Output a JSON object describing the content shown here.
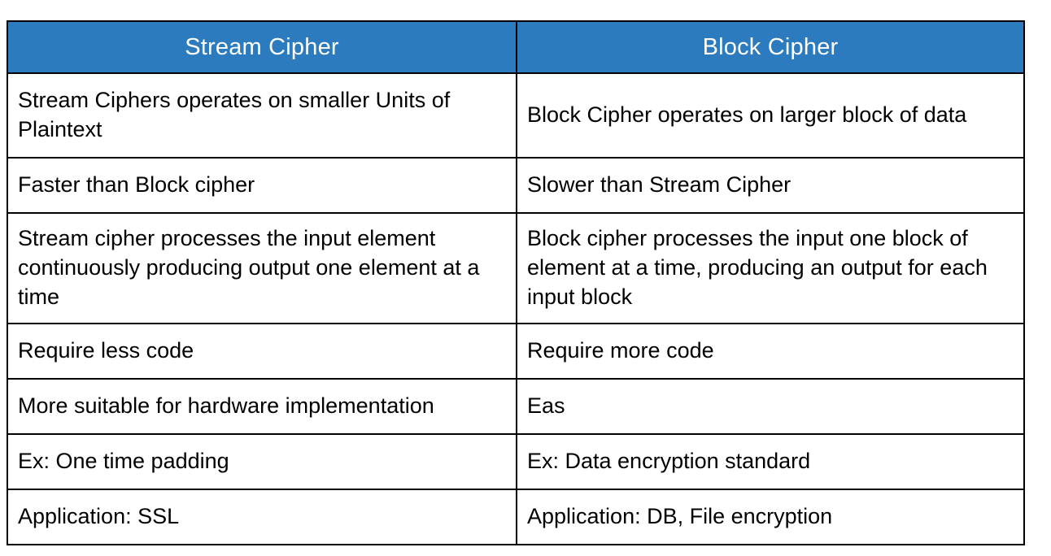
{
  "document": {
    "title": "Stream Cipher vs Block Cipher comparison table",
    "background_color": "#FFFFFF"
  },
  "table": {
    "header_background_color": "#2B7BBE",
    "header_text_color": "#FFFFFF",
    "border_color": "#000000",
    "body_text_color": "#000000",
    "columns": [
      {
        "key": "stream_cipher",
        "label": "Stream Cipher"
      },
      {
        "key": "block_cipher",
        "label": "Block Cipher"
      }
    ],
    "rows": [
      {
        "stream_cipher": "Stream Ciphers operates on smaller Units of Plaintext",
        "block_cipher": "Block Cipher operates on larger block of data"
      },
      {
        "stream_cipher": "Faster than Block cipher",
        "block_cipher": "Slower than Stream Cipher"
      },
      {
        "stream_cipher": "Stream cipher processes the input element continuously producing output one element at a time",
        "block_cipher": "Block cipher processes the input one block of element at a time, producing an output for each input block"
      },
      {
        "stream_cipher": "Require less code",
        "block_cipher": "Require more code"
      },
      {
        "stream_cipher": "More suitable for hardware implementation",
        "block_cipher": "Eas"
      },
      {
        "stream_cipher": "Ex: One time padding",
        "block_cipher": "Ex: Data encryption standard"
      },
      {
        "stream_cipher": "Application: SSL",
        "block_cipher": "Application: DB, File encryption"
      }
    ]
  }
}
